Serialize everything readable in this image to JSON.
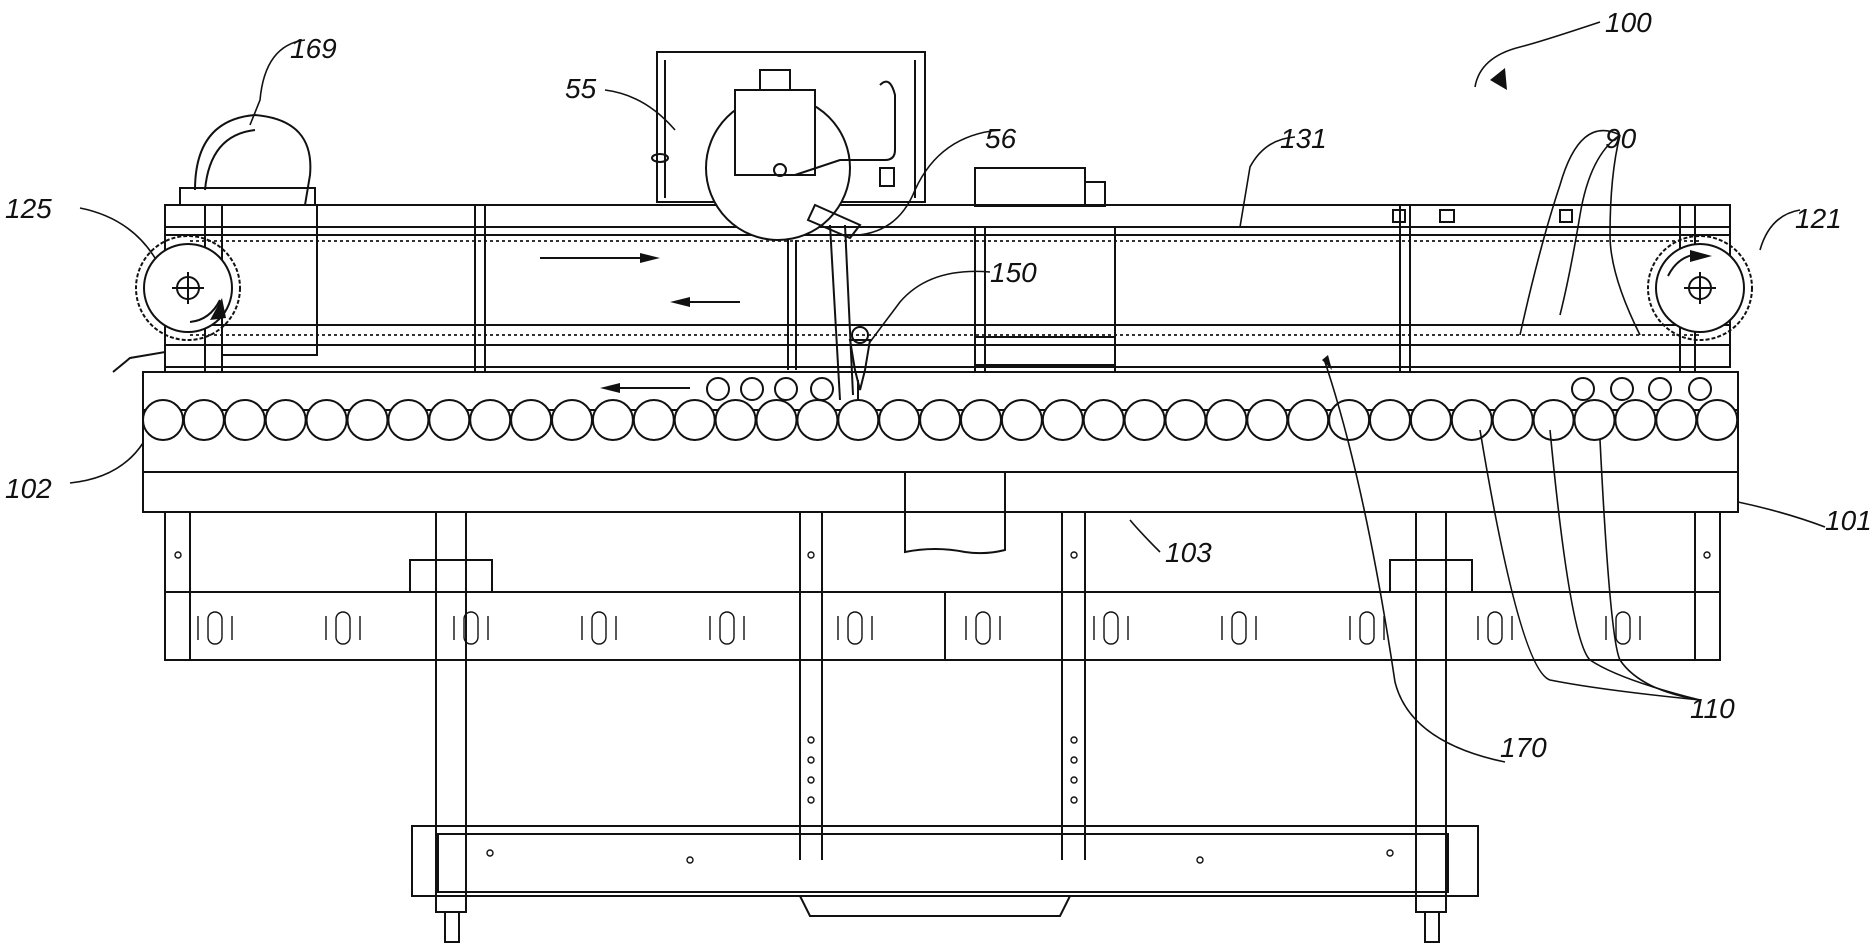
{
  "figure": {
    "description_labels": {
      "assembly": "100",
      "frame_end_right": "101",
      "frame_end_left": "102",
      "frame_lower": "103",
      "rollers": "110",
      "sprocket_right": "121",
      "sprocket_left": "125",
      "chain": "131",
      "paddle": "150",
      "motor": "169",
      "path": "170",
      "saw": "55",
      "blade_arm": "56",
      "objects": "90"
    }
  }
}
